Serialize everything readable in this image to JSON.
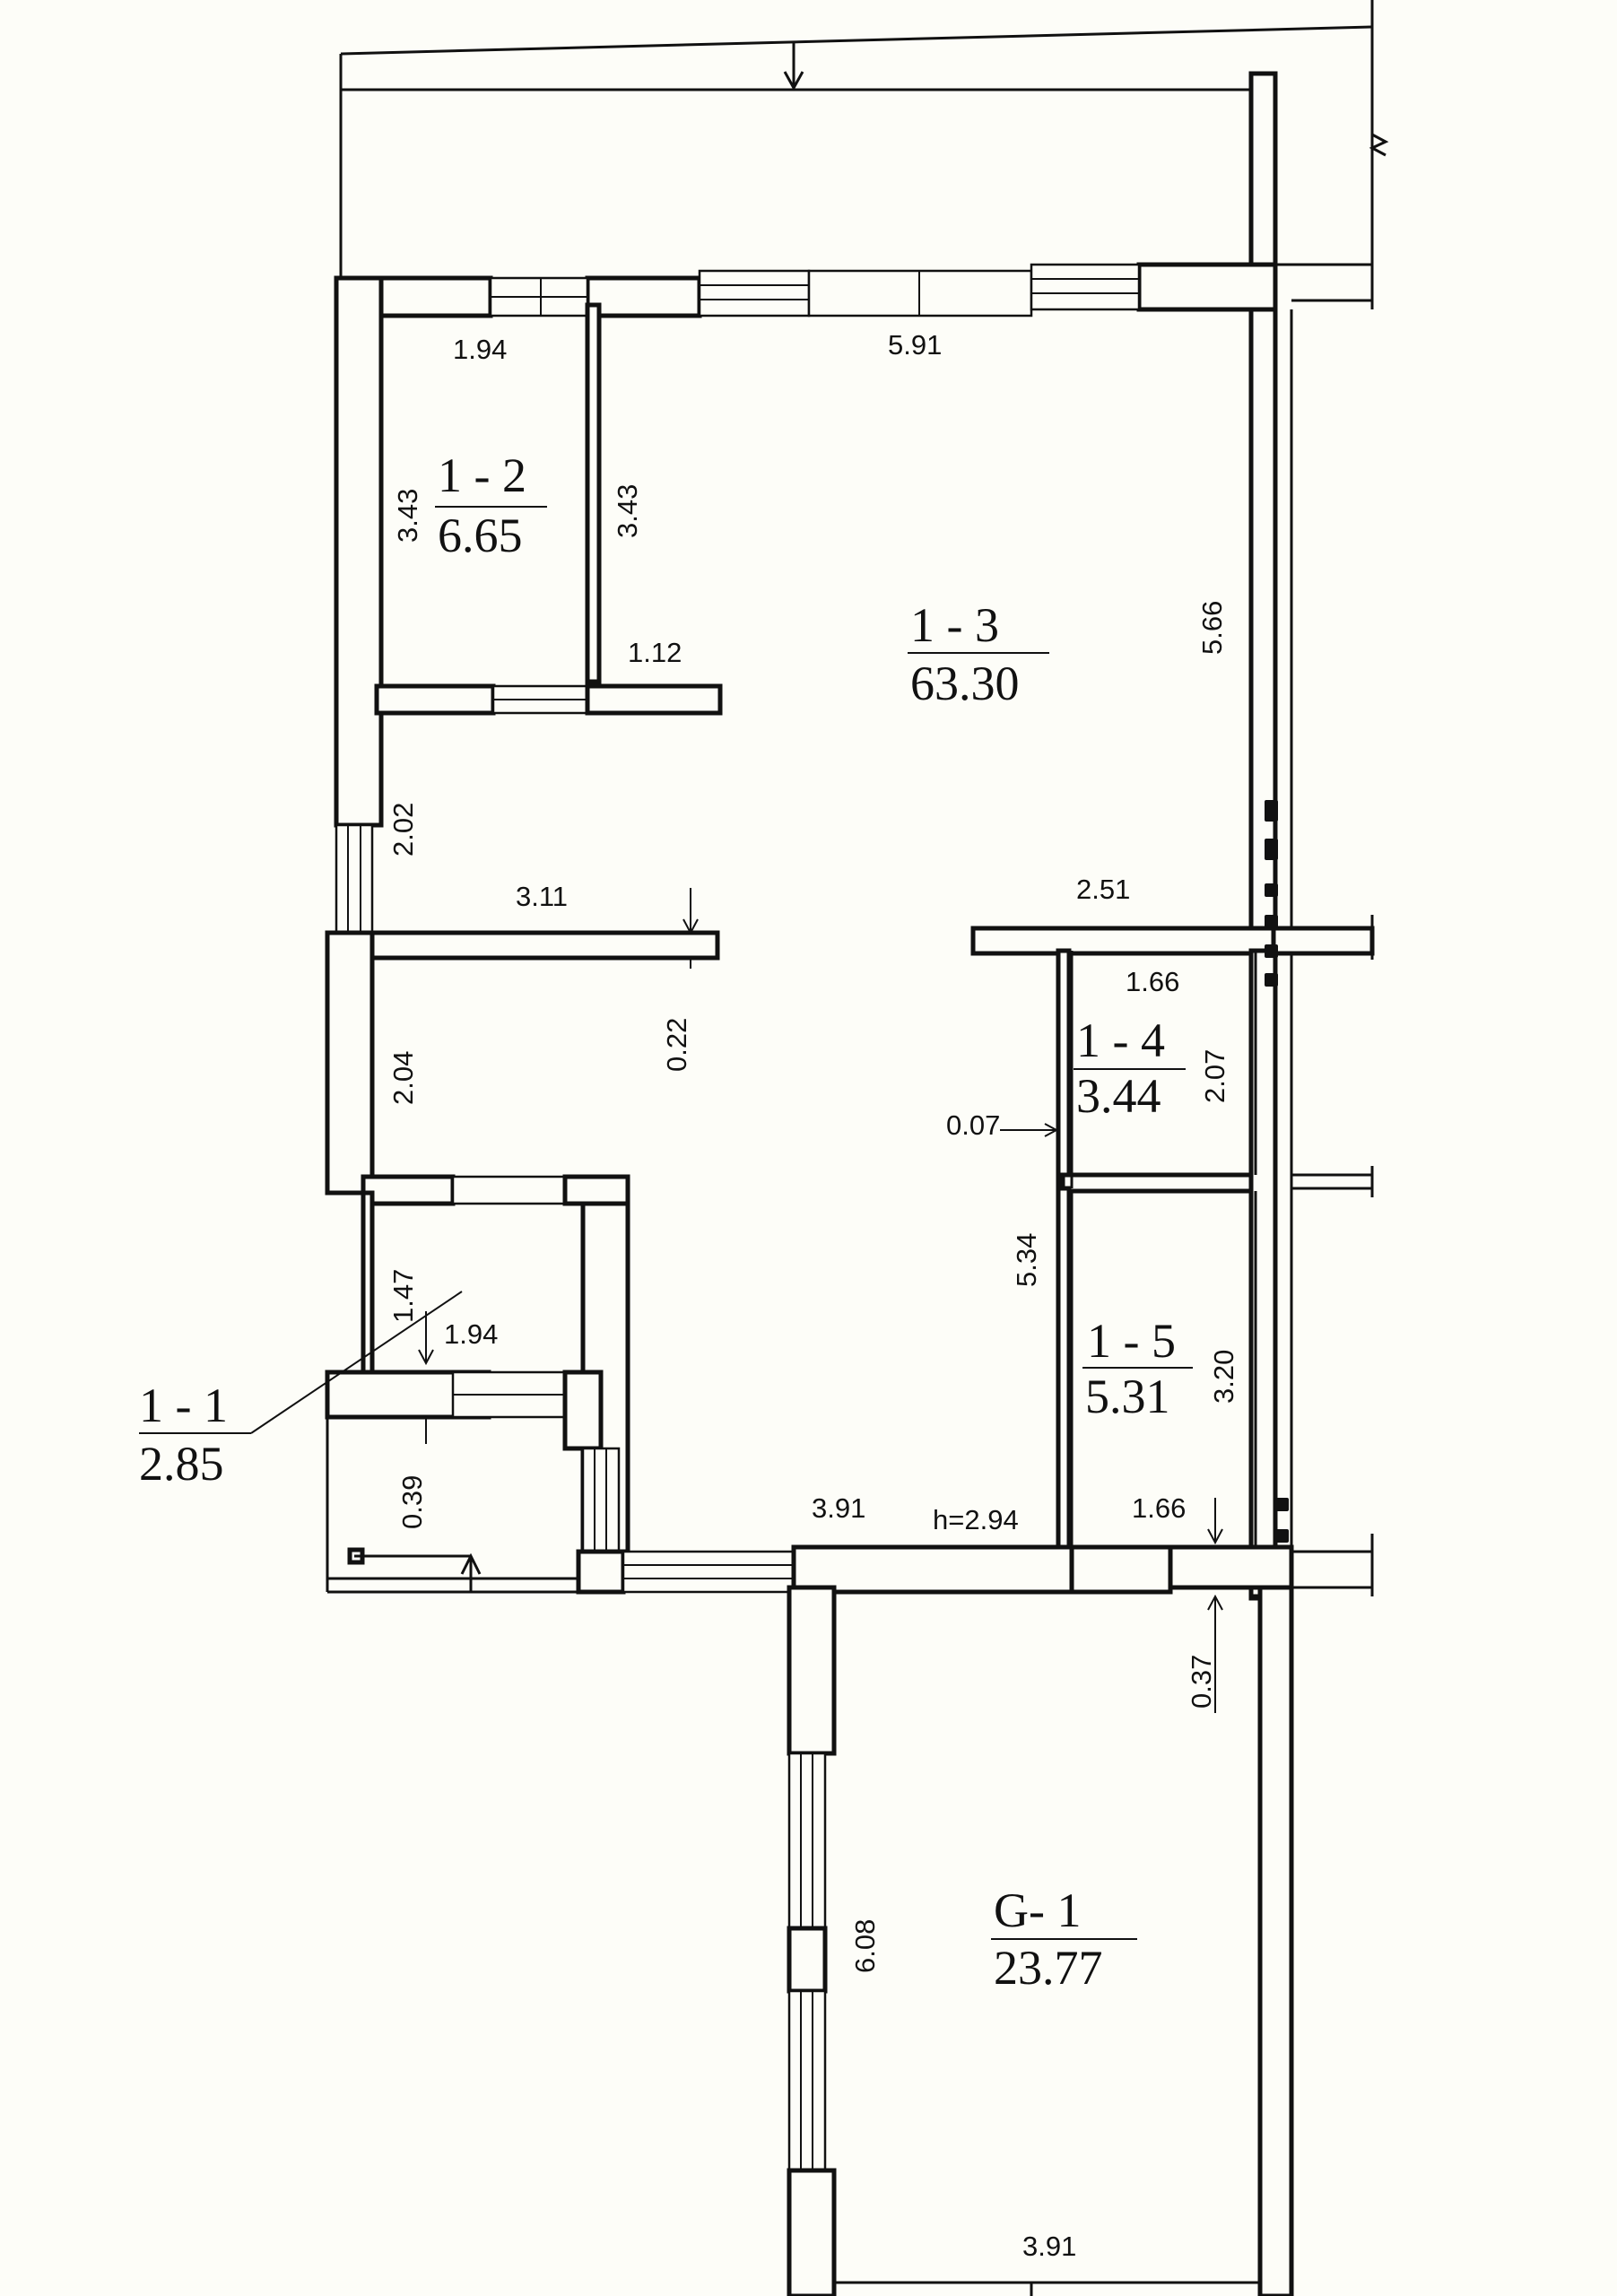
{
  "rooms": {
    "r1_1": {
      "id": "1 - 1",
      "area": "2.85"
    },
    "r1_2": {
      "id": "1 - 2",
      "area": "6.65"
    },
    "r1_3": {
      "id": "1 - 3",
      "area": "63.30"
    },
    "r1_4": {
      "id": "1 - 4",
      "area": "3.44"
    },
    "r1_5": {
      "id": "1 - 5",
      "area": "5.31"
    },
    "g1": {
      "id": "G- 1",
      "area": "23.77"
    }
  },
  "dims": {
    "d_1_94_top": "1.94",
    "d_5_91": "5.91",
    "d_3_43_left": "3.43",
    "d_3_43_right": "3.43",
    "d_1_12": "1.12",
    "d_5_66": "5.66",
    "d_2_02": "2.02",
    "d_3_11": "3.11",
    "d_2_51": "2.51",
    "d_1_66_top": "1.66",
    "d_2_07": "2.07",
    "d_0_22": "0.22",
    "d_2_04": "2.04",
    "d_0_07": "0.07",
    "d_5_34": "5.34",
    "d_3_20": "3.20",
    "d_1_47": "1.47",
    "d_1_94_small": "1.94",
    "d_0_39": "0.39",
    "d_3_91_mid": "3.91",
    "d_height": "h=2.94",
    "d_1_66_bottom": "1.66",
    "d_0_37": "0.37",
    "d_6_08": "6.08",
    "d_3_91_bottom": "3.91"
  }
}
